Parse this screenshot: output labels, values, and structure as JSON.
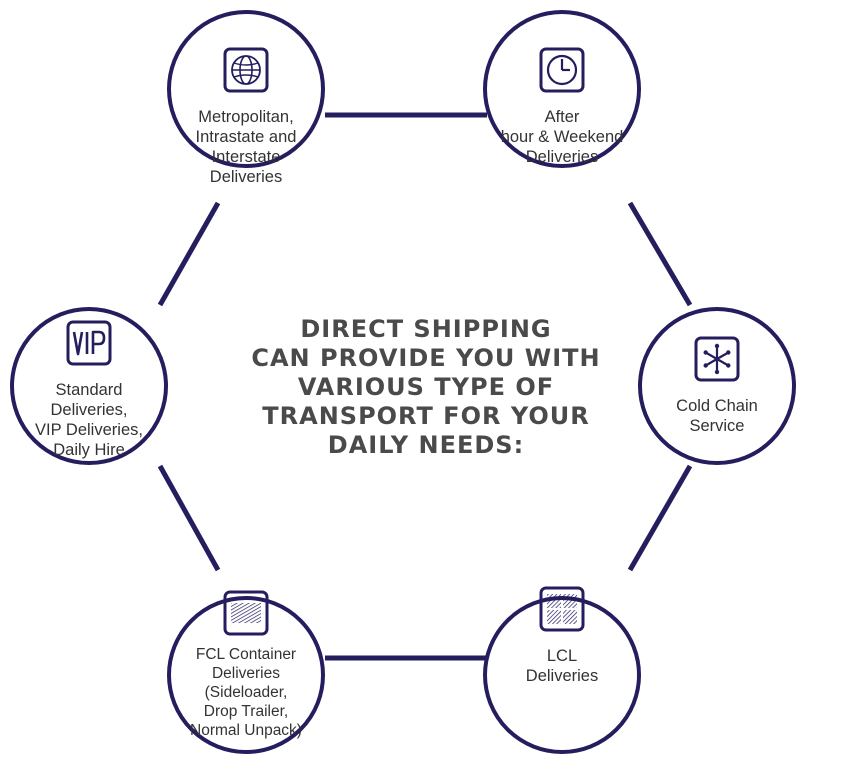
{
  "colors": {
    "ring": "#241d5e",
    "text": "#333333",
    "title": "#4a4a4a"
  },
  "center": {
    "title": "Direct Shipping\nCan Provide You With\nVarious Type of\nTransport for Your\nDaily Needs:"
  },
  "services": [
    {
      "id": "metro",
      "icon": "globe-icon",
      "label": "Metropolitan,\nIntrastate and\nInterstate\nDeliveries"
    },
    {
      "id": "after",
      "icon": "clock-icon",
      "label": "After\nhour & Weekend\nDeliveries"
    },
    {
      "id": "cold",
      "icon": "snowflake-icon",
      "label": "Cold Chain\nService"
    },
    {
      "id": "lcl",
      "icon": "pallet-grid-icon",
      "label": "LCL\nDeliveries"
    },
    {
      "id": "fcl",
      "icon": "container-icon",
      "label": "FCL Container\nDeliveries\n(Sideloader,\nDrop Trailer,\nNormal Unpack)"
    },
    {
      "id": "std",
      "icon": "vip-icon",
      "label": "Standard\nDeliveries,\nVIP Deliveries,\nDaily Hire"
    }
  ]
}
